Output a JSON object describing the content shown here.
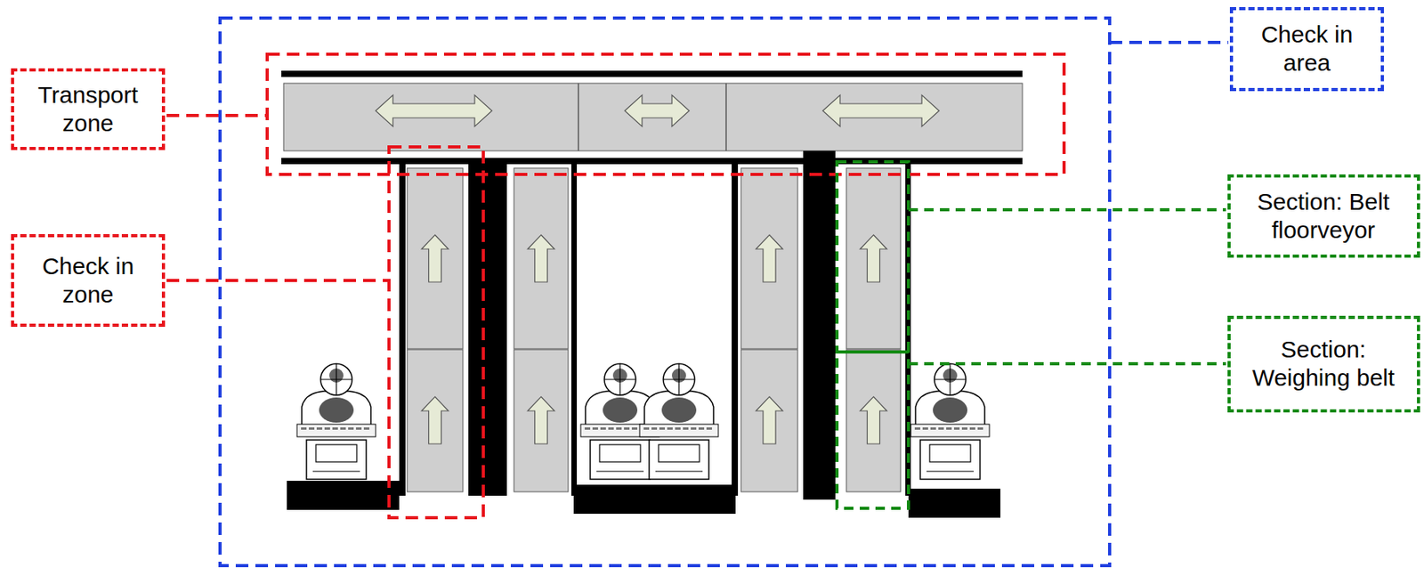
{
  "diagram": {
    "nodes": [
      {
        "text": [
          "Check in area"
        ]
      },
      {
        "text": [
          "Transport zone"
        ]
      },
      {
        "text": [
          "Section: Belt floorveyor"
        ]
      },
      {
        "text": [
          "Check in zone"
        ]
      },
      {
        "text": [
          "Section: Weighing belt"
        ]
      }
    ]
  }
}
